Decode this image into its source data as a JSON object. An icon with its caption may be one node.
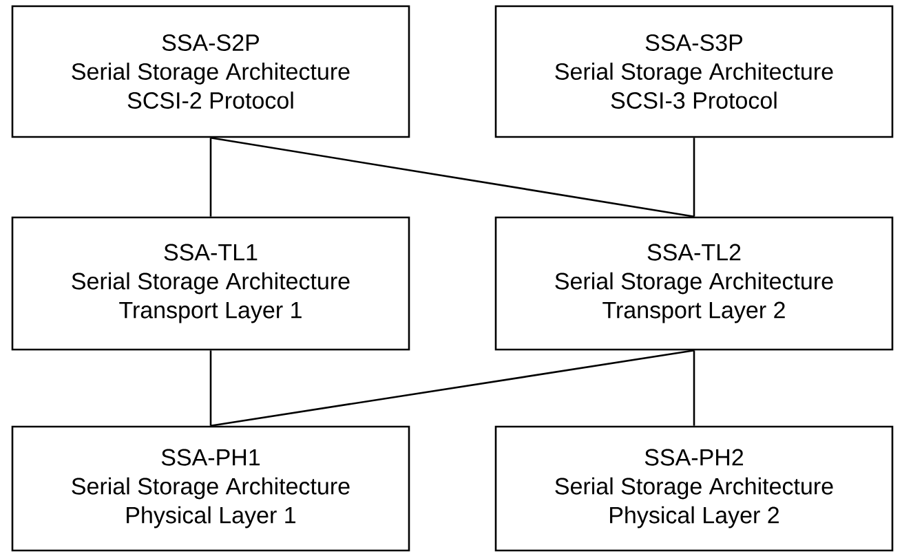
{
  "diagram": {
    "nodes": [
      {
        "text": [
          "SSA-S2P",
          "Serial Storage Architecture",
          "SCSI-2 Protocol"
        ]
      },
      {
        "text": [
          "SSA-S3P",
          "Serial Storage Architecture",
          "SCSI-3 Protocol"
        ]
      },
      {
        "text": [
          "SSA-TL1",
          "Serial Storage Architecture",
          "Transport Layer 1"
        ]
      },
      {
        "text": [
          "SSA-TL2",
          "Serial Storage Architecture",
          "Transport Layer 2"
        ]
      },
      {
        "text": [
          "SSA-PH1",
          "Serial Storage Architecture",
          "Physical Layer 1"
        ]
      },
      {
        "text": [
          "SSA-PH2",
          "Serial Storage Architecture",
          "Physical Layer 2"
        ]
      }
    ],
    "edges": [
      {
        "from": 0,
        "to": 2,
        "arrow": "none"
      },
      {
        "from": 0,
        "to": 3,
        "arrow": "none"
      },
      {
        "from": 1,
        "to": 3,
        "arrow": "none"
      },
      {
        "from": 2,
        "to": 4,
        "arrow": "none"
      },
      {
        "from": 3,
        "to": 4,
        "arrow": "none"
      },
      {
        "from": 3,
        "to": 5,
        "arrow": "none"
      }
    ]
  }
}
